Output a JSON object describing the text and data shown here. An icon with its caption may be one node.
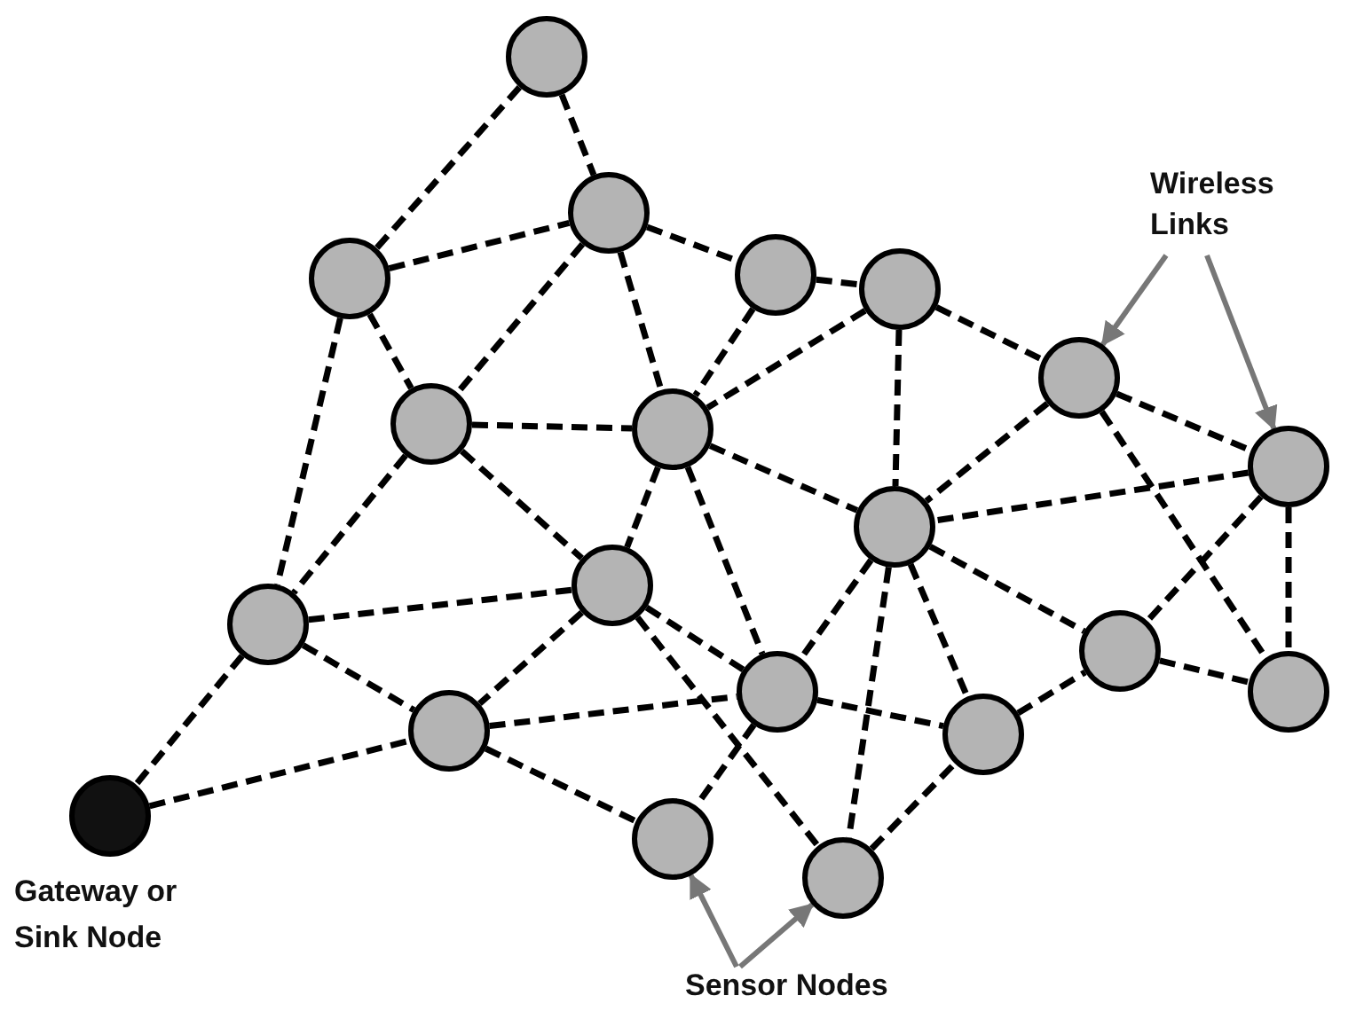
{
  "diagram": {
    "nodes": [
      {
        "text": [],
        "shape": "circle"
      },
      {
        "text": [],
        "shape": "circle"
      },
      {
        "text": [],
        "shape": "circle"
      },
      {
        "text": [],
        "shape": "circle"
      },
      {
        "text": [],
        "shape": "circle"
      },
      {
        "text": [],
        "shape": "circle"
      },
      {
        "text": [],
        "shape": "circle"
      },
      {
        "text": [],
        "shape": "circle"
      },
      {
        "text": [],
        "shape": "circle"
      },
      {
        "text": [],
        "shape": "circle"
      },
      {
        "text": [],
        "shape": "circle"
      },
      {
        "text": [],
        "shape": "circle"
      },
      {
        "text": [],
        "shape": "circle"
      },
      {
        "text": [],
        "shape": "circle"
      },
      {
        "text": [],
        "shape": "circle"
      },
      {
        "text": [],
        "shape": "circle"
      },
      {
        "text": [],
        "shape": "circle"
      },
      {
        "text": [],
        "shape": "circle"
      },
      {
        "text": [],
        "shape": "circle"
      },
      {
        "text": [],
        "shape": "circle",
        "beside": [
          "Gateway or Sink Node"
        ]
      },
      {
        "text": [
          "Wireless Links"
        ]
      },
      {
        "text": [
          "Sensor Nodes"
        ]
      }
    ],
    "edges": [
      {
        "from": 0,
        "to": 1,
        "arrow": "none",
        "style": "dashed"
      },
      {
        "from": 0,
        "to": 2,
        "arrow": "none",
        "style": "dashed"
      },
      {
        "from": 1,
        "to": 2,
        "arrow": "none",
        "style": "dashed"
      },
      {
        "from": 1,
        "to": 6,
        "arrow": "none",
        "style": "dashed"
      },
      {
        "from": 1,
        "to": 10,
        "arrow": "none",
        "style": "dashed"
      },
      {
        "from": 2,
        "to": 6,
        "arrow": "none",
        "style": "dashed"
      },
      {
        "from": 2,
        "to": 7,
        "arrow": "none",
        "style": "dashed"
      },
      {
        "from": 2,
        "to": 3,
        "arrow": "none",
        "style": "dashed"
      },
      {
        "from": 3,
        "to": 4,
        "arrow": "none",
        "style": "dashed"
      },
      {
        "from": 3,
        "to": 7,
        "arrow": "none",
        "style": "dashed"
      },
      {
        "from": 4,
        "to": 7,
        "arrow": "none",
        "style": "dashed"
      },
      {
        "from": 4,
        "to": 9,
        "arrow": "none",
        "style": "dashed"
      },
      {
        "from": 4,
        "to": 5,
        "arrow": "none",
        "style": "dashed"
      },
      {
        "from": 5,
        "to": 8,
        "arrow": "none",
        "style": "dashed"
      },
      {
        "from": 5,
        "to": 9,
        "arrow": "none",
        "style": "dashed"
      },
      {
        "from": 5,
        "to": 16,
        "arrow": "none",
        "style": "dashed"
      },
      {
        "from": 6,
        "to": 7,
        "arrow": "none",
        "style": "dashed"
      },
      {
        "from": 6,
        "to": 10,
        "arrow": "none",
        "style": "dashed"
      },
      {
        "from": 6,
        "to": 11,
        "arrow": "none",
        "style": "dashed"
      },
      {
        "from": 7,
        "to": 9,
        "arrow": "none",
        "style": "dashed"
      },
      {
        "from": 7,
        "to": 11,
        "arrow": "none",
        "style": "dashed"
      },
      {
        "from": 7,
        "to": 13,
        "arrow": "none",
        "style": "dashed"
      },
      {
        "from": 8,
        "to": 9,
        "arrow": "none",
        "style": "dashed"
      },
      {
        "from": 8,
        "to": 15,
        "arrow": "none",
        "style": "dashed"
      },
      {
        "from": 8,
        "to": 16,
        "arrow": "none",
        "style": "dashed"
      },
      {
        "from": 9,
        "to": 13,
        "arrow": "none",
        "style": "dashed"
      },
      {
        "from": 9,
        "to": 18,
        "arrow": "none",
        "style": "dashed"
      },
      {
        "from": 9,
        "to": 14,
        "arrow": "none",
        "style": "dashed"
      },
      {
        "from": 9,
        "to": 15,
        "arrow": "none",
        "style": "dashed"
      },
      {
        "from": 10,
        "to": 11,
        "arrow": "none",
        "style": "dashed"
      },
      {
        "from": 10,
        "to": 12,
        "arrow": "none",
        "style": "dashed"
      },
      {
        "from": 10,
        "to": 19,
        "arrow": "none",
        "style": "dashed"
      },
      {
        "from": 19,
        "to": 12,
        "arrow": "none",
        "style": "dashed"
      },
      {
        "from": 11,
        "to": 12,
        "arrow": "none",
        "style": "dashed"
      },
      {
        "from": 11,
        "to": 13,
        "arrow": "none",
        "style": "dashed"
      },
      {
        "from": 11,
        "to": 18,
        "arrow": "none",
        "style": "dashed"
      },
      {
        "from": 12,
        "to": 13,
        "arrow": "none",
        "style": "dashed"
      },
      {
        "from": 12,
        "to": 17,
        "arrow": "none",
        "style": "dashed"
      },
      {
        "from": 13,
        "to": 14,
        "arrow": "none",
        "style": "dashed"
      },
      {
        "from": 13,
        "to": 17,
        "arrow": "none",
        "style": "dashed"
      },
      {
        "from": 18,
        "to": 14,
        "arrow": "none",
        "style": "dashed"
      },
      {
        "from": 14,
        "to": 15,
        "arrow": "none",
        "style": "dashed"
      },
      {
        "from": 15,
        "to": 16,
        "arrow": "none",
        "style": "dashed"
      },
      {
        "from": 20,
        "to": 5,
        "arrow": "to",
        "color": "#777777"
      },
      {
        "from": 20,
        "to": 8,
        "arrow": "to",
        "color": "#777777"
      },
      {
        "from": 21,
        "to": 17,
        "arrow": "to",
        "color": "#777777"
      },
      {
        "from": 21,
        "to": 18,
        "arrow": "to",
        "color": "#777777"
      }
    ]
  }
}
